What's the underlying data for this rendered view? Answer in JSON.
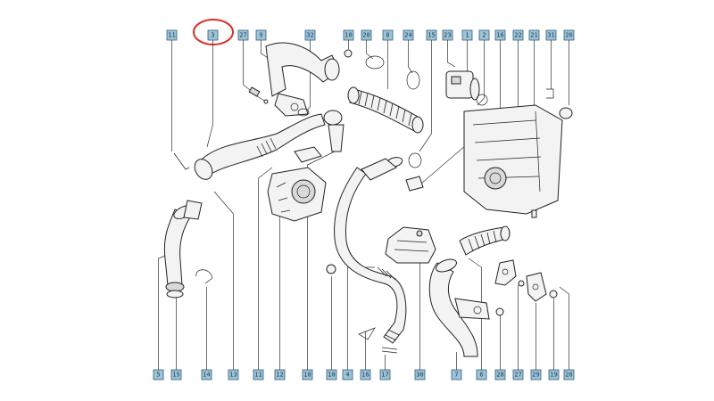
{
  "diagram": {
    "highlight_color": "#d9312b",
    "callout_color": "#9ec3d6",
    "top_labels": [
      {
        "id": "tl-1",
        "text": "11"
      },
      {
        "id": "tl-2",
        "text": "3"
      },
      {
        "id": "tl-3",
        "text": "27"
      },
      {
        "id": "tl-4",
        "text": "9"
      },
      {
        "id": "tl-5",
        "text": "32"
      },
      {
        "id": "tl-6",
        "text": "10"
      },
      {
        "id": "tl-7",
        "text": "20"
      },
      {
        "id": "tl-8",
        "text": "8"
      },
      {
        "id": "tl-9",
        "text": "24"
      },
      {
        "id": "tl-10",
        "text": "15"
      },
      {
        "id": "tl-11",
        "text": "23"
      },
      {
        "id": "tl-12",
        "text": "1"
      },
      {
        "id": "tl-13",
        "text": "2"
      },
      {
        "id": "tl-14",
        "text": "16"
      },
      {
        "id": "tl-15",
        "text": "22"
      },
      {
        "id": "tl-16",
        "text": "21"
      },
      {
        "id": "tl-17",
        "text": "31"
      },
      {
        "id": "tl-18",
        "text": "20"
      }
    ],
    "bottom_labels": [
      {
        "id": "bl-1",
        "text": "5"
      },
      {
        "id": "bl-2",
        "text": "15"
      },
      {
        "id": "bl-3",
        "text": "14"
      },
      {
        "id": "bl-4",
        "text": "13"
      },
      {
        "id": "bl-5",
        "text": "11"
      },
      {
        "id": "bl-6",
        "text": "12"
      },
      {
        "id": "bl-7",
        "text": "10"
      },
      {
        "id": "bl-8",
        "text": "10"
      },
      {
        "id": "bl-9",
        "text": "4"
      },
      {
        "id": "bl-10",
        "text": "16"
      },
      {
        "id": "bl-11",
        "text": "17"
      },
      {
        "id": "bl-12",
        "text": "30"
      },
      {
        "id": "bl-13",
        "text": "7"
      },
      {
        "id": "bl-14",
        "text": "6"
      },
      {
        "id": "bl-15",
        "text": "28"
      },
      {
        "id": "bl-16",
        "text": "27"
      },
      {
        "id": "bl-17",
        "text": "29"
      },
      {
        "id": "bl-18",
        "text": "19"
      },
      {
        "id": "bl-19",
        "text": "26"
      }
    ],
    "highlighted_label": "3"
  }
}
